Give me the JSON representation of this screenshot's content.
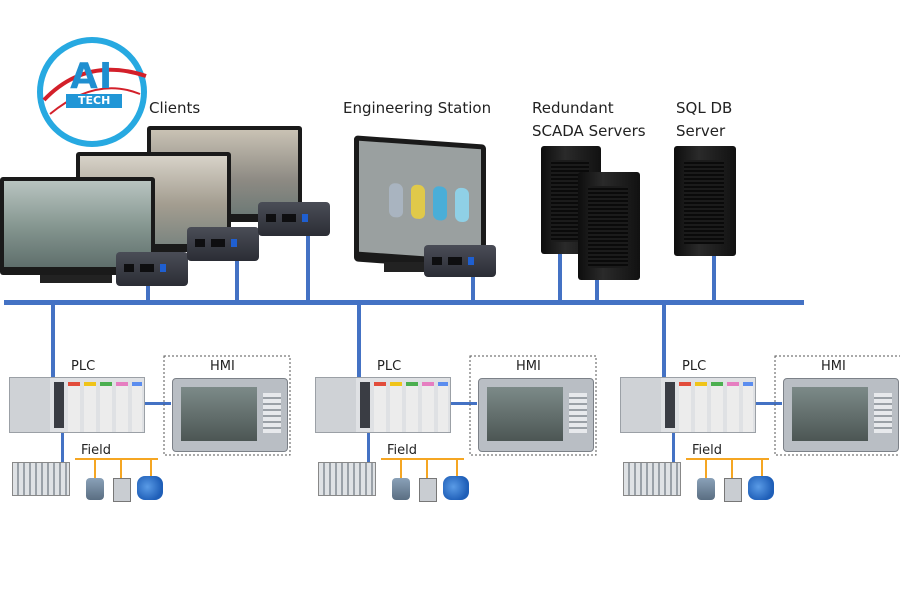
{
  "logo": {
    "text_top": "AI",
    "text_bottom": "TECH",
    "ring_color": "#27a9e1",
    "swoosh_color": "#d3202a"
  },
  "labels": {
    "clients": "Clients",
    "engineering_station": "Engineering Station",
    "redundant_scada_line1": "Redundant",
    "redundant_scada_line2": "SCADA Servers",
    "sql_line1": "SQL DB",
    "sql_line2": "Server"
  },
  "cells": [
    {
      "plc": "PLC",
      "hmi": "HMI",
      "field": "Field"
    },
    {
      "plc": "PLC",
      "hmi": "HMI",
      "field": "Field"
    },
    {
      "plc": "PLC",
      "hmi": "HMI",
      "field": "Field"
    }
  ],
  "colors": {
    "network": "#4472c4",
    "field_bus": "#f5a623",
    "server": "#1e1e1e"
  }
}
